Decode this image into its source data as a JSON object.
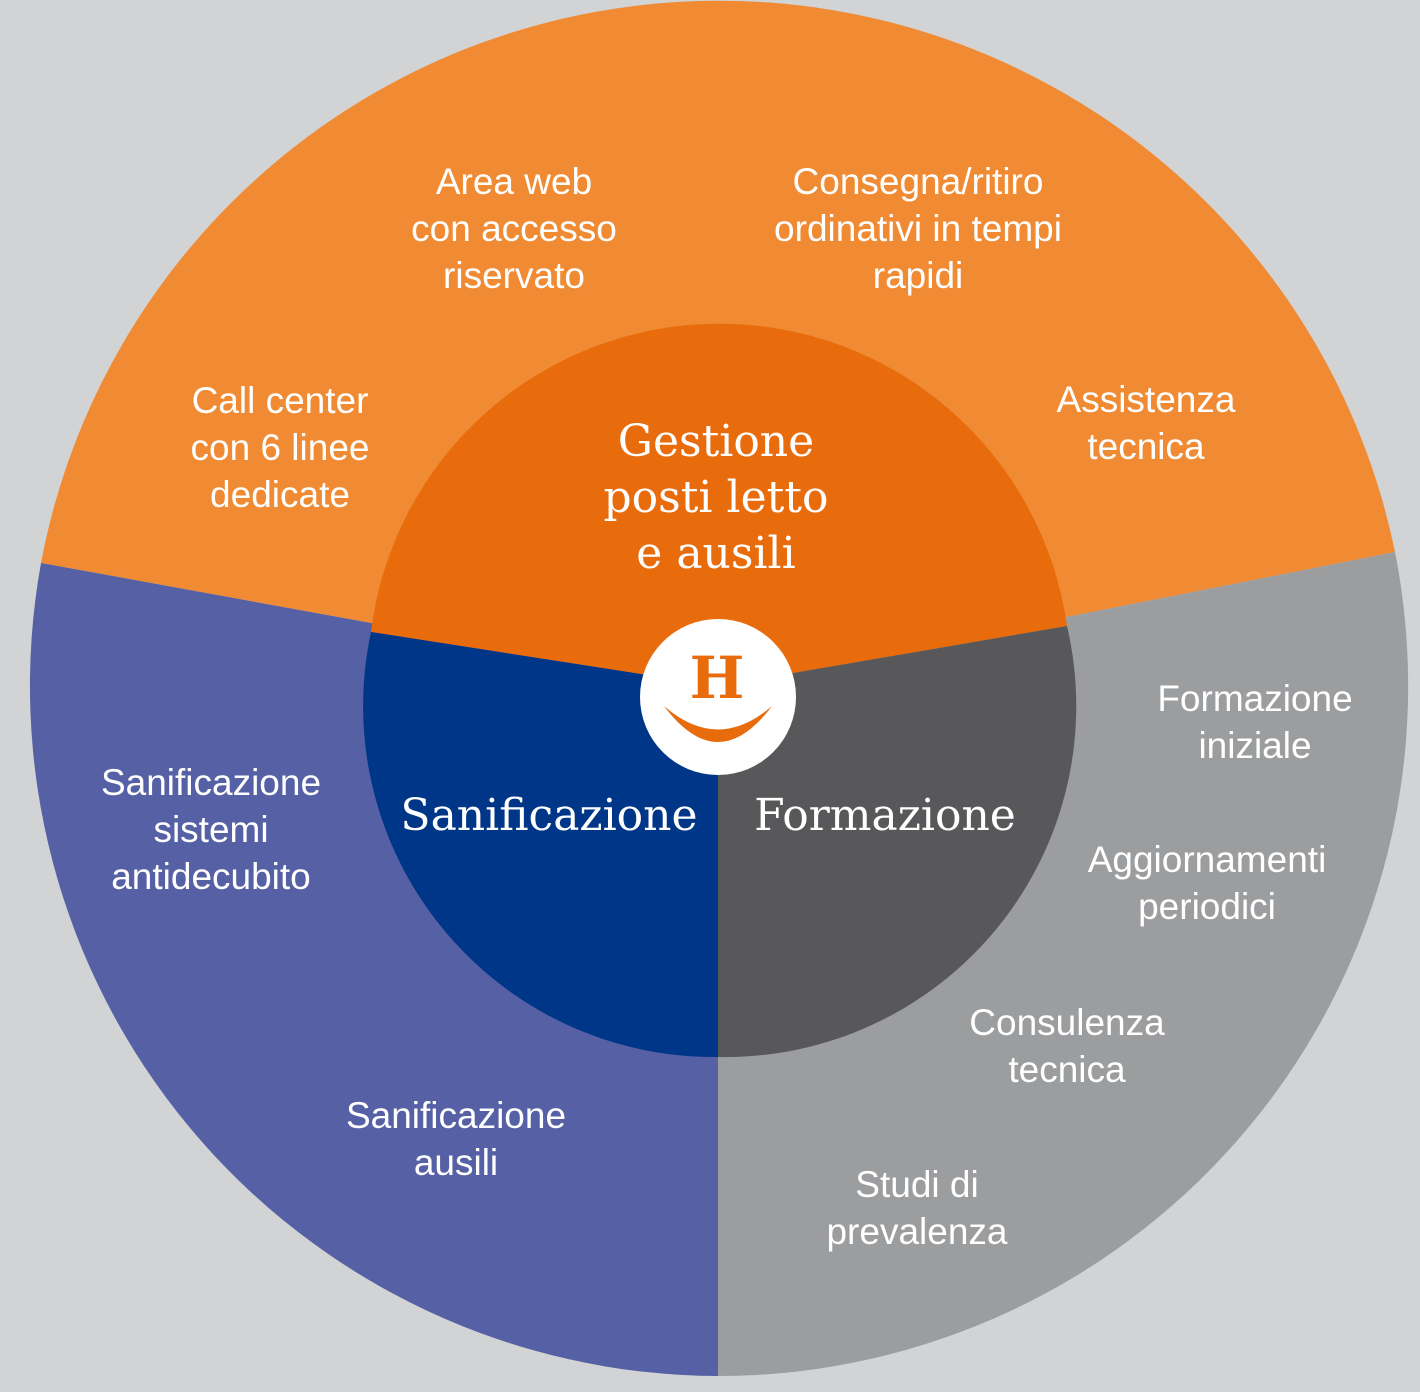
{
  "colors": {
    "background": "#d1d3d4",
    "orange_outer": "#f08b33",
    "orange_inner": "#e86b0c",
    "blue_outer": "#5660a4",
    "blue_inner": "#003688",
    "gray_outer": "#9c9d9f",
    "gray_inner": "#58585a",
    "logo_circle": "#ffffff",
    "logo_mark": "#e86b0c"
  },
  "center_logo": {
    "icon": "h-smile-logo-icon",
    "letter": "H"
  },
  "sectors": {
    "gestione": {
      "title_lines": [
        "Gestione",
        "posti letto",
        "e ausili"
      ],
      "items": [
        {
          "lines": [
            "Call center",
            "con 6 linee",
            "dedicate"
          ]
        },
        {
          "lines": [
            "Area web",
            "con accesso",
            "riservato"
          ]
        },
        {
          "lines": [
            "Consegna/ritiro",
            "ordinativi in tempi",
            "rapidi"
          ]
        },
        {
          "lines": [
            "Assistenza",
            "tecnica"
          ]
        }
      ]
    },
    "sanificazione": {
      "title_lines": [
        "Sanificazione"
      ],
      "items": [
        {
          "lines": [
            "Sanificazione",
            "sistemi",
            "antidecubito"
          ]
        },
        {
          "lines": [
            "Sanificazione",
            "ausili"
          ]
        }
      ]
    },
    "formazione": {
      "title_lines": [
        "Formazione"
      ],
      "items": [
        {
          "lines": [
            "Formazione",
            "iniziale"
          ]
        },
        {
          "lines": [
            "Aggiornamenti",
            "periodici"
          ]
        },
        {
          "lines": [
            "Consulenza",
            "tecnica"
          ]
        },
        {
          "lines": [
            "Studi di",
            "prevalenza"
          ]
        }
      ]
    }
  }
}
